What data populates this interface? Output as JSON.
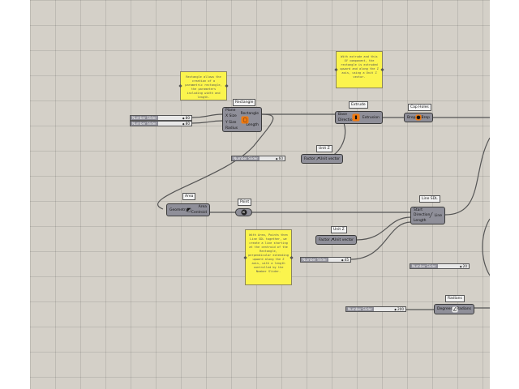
{
  "canvas": {
    "background": "#d4d0c8",
    "grid_color": "#bcb8b0",
    "wire_color": "#555555"
  },
  "notes": [
    {
      "text": "Rectangle allows the creation of a parametric rectangle, the parameters including width and length."
    },
    {
      "text": "With extrude and this XY component, the rectangle is extruded upward and along the Z axis, using a Unit Z vector."
    },
    {
      "text": "With Area, Points then Line SDL together, we create a line starting at the centroid of the Rectangle, perpendicular extending upward along the Z axis, with a length controlled by the Number Slider."
    }
  ],
  "components": {
    "rectangle": {
      "tag": "Rectangle",
      "inputs": [
        "Plane",
        "X Size",
        "Y Size",
        "Radius"
      ],
      "outputs": [
        "Rectangle",
        "Length"
      ]
    },
    "extrude": {
      "tag": "Extrude",
      "inputs": [
        "Base",
        "Direction"
      ],
      "outputs": [
        "Extrusion"
      ]
    },
    "cap_holes": {
      "tag": "Cap Holes",
      "inputs": [
        "Brep"
      ],
      "outputs": [
        "Brep"
      ]
    },
    "unit_z_1": {
      "tag": "Unit Z",
      "inputs": [
        "Factor"
      ],
      "outputs": [
        "Unit vector"
      ]
    },
    "area": {
      "tag": "Area",
      "inputs": [
        "Geometry"
      ],
      "outputs": [
        "Area",
        "Centroid"
      ]
    },
    "point": {
      "tag": "Point"
    },
    "line_sdl": {
      "tag": "Line SDL",
      "inputs": [
        "Start",
        "Direction",
        "Length"
      ],
      "outputs": [
        "Line"
      ]
    },
    "unit_z_2": {
      "tag": "Unit Z",
      "inputs": [
        "Factor"
      ],
      "outputs": [
        "Unit vector"
      ]
    },
    "radians": {
      "tag": "Radians",
      "inputs": [
        "Degrees"
      ],
      "outputs": [
        "Radians"
      ]
    }
  },
  "sliders": [
    {
      "label": "Number Slider",
      "value": "80"
    },
    {
      "label": "Number Slider",
      "value": "80"
    },
    {
      "label": "Number Slider",
      "value": "60"
    },
    {
      "label": "Number Slider",
      "value": "45"
    },
    {
      "label": "Number Slider",
      "value": "20"
    },
    {
      "label": "Number Slider",
      "value": "200"
    }
  ]
}
